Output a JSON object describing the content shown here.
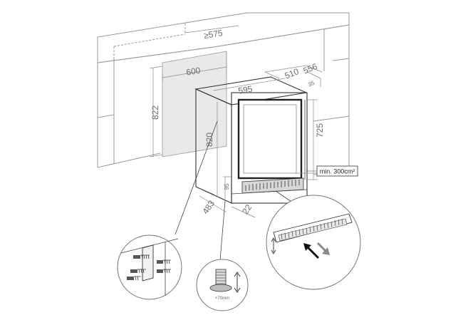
{
  "dimensions": {
    "niche_height": "822",
    "niche_width": "600",
    "niche_depth": "≥575",
    "appliance_width": "595",
    "appliance_height": "820",
    "appliance_depth": "556",
    "depth_body": "510",
    "door_thickness": "35",
    "door_height": "725",
    "plinth_height": "95",
    "plinth_depth": "483",
    "plinth_offset": "22"
  },
  "ventilation_label": "min. 300cm²",
  "foot_adjust_label": "+70mm"
}
